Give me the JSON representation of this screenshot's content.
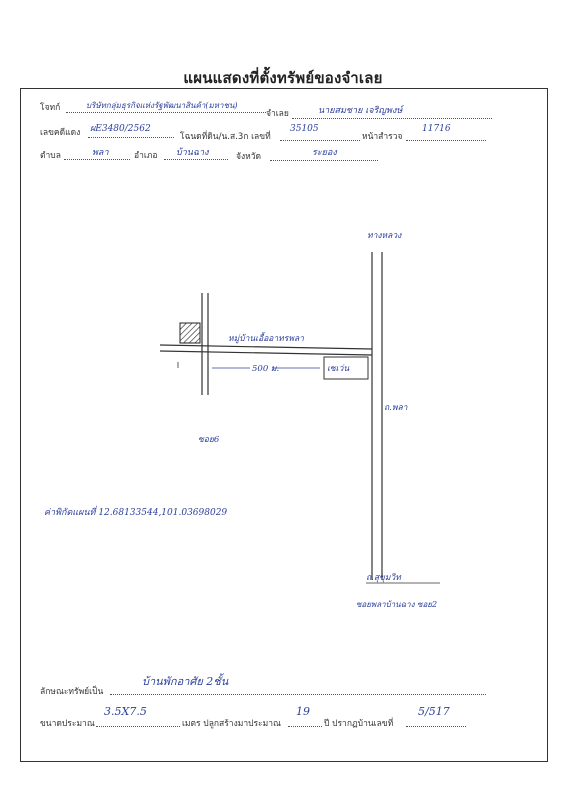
{
  "title": "แผนแสดงที่ตั้งทรัพย์ของจำเลย",
  "header": {
    "plaintiff_label": "โจทก์",
    "plaintiff_value": "บริษัทกลุ่มธุรกิจแห่งรัฐพัฒนาสินค้า(มหาชน)",
    "defendant_label": "จำเลย",
    "defendant_value": "นายสมชาย เจริญพงษ์",
    "case_no_label": "เลขคดีแดง",
    "case_no_value": "ผE3480/2562",
    "deed_label": "โฉนดที่ดิน/น.ส.3ก เลขที่",
    "deed_value": "35105",
    "survey_label": "หน้าสำรวจ",
    "survey_value": "11716",
    "subdistrict_label": "ตำบล",
    "subdistrict_value": "พลา",
    "district_label": "อำเภอ",
    "district_value": "บ้านฉาง",
    "province_label": "จังหวัด",
    "province_value": "ระยอง"
  },
  "map": {
    "road_top_right": "ทางหลวง",
    "village_road": "หมู่บ้านเอื้ออาทรพลา",
    "distance": "500 ม.",
    "marker_box": "เซเว่น",
    "right_road": "ถ.พลา",
    "left_road": "ซอย6",
    "bottom_road": "ถ.สุขุมวิท",
    "bottom_soi": "ซอยพลาบ้านฉาง ซอย2",
    "coordinates": "ค่าพิกัดแผนที่ 12.68133544,101.03698029"
  },
  "footer": {
    "property_type_label": "ลักษณะทรัพย์เป็น",
    "property_type_value": "บ้านพักอาศัย 2ชั้น",
    "size_label": "ขนาดประมาณ",
    "size_value": "3.5X7.5",
    "meters_label": "เมตร ปลูกสร้างมาประมาณ",
    "years_value": "19",
    "year_label": "ปี ปรากฏบ้านเลขที่",
    "house_no_value": "5/517"
  }
}
